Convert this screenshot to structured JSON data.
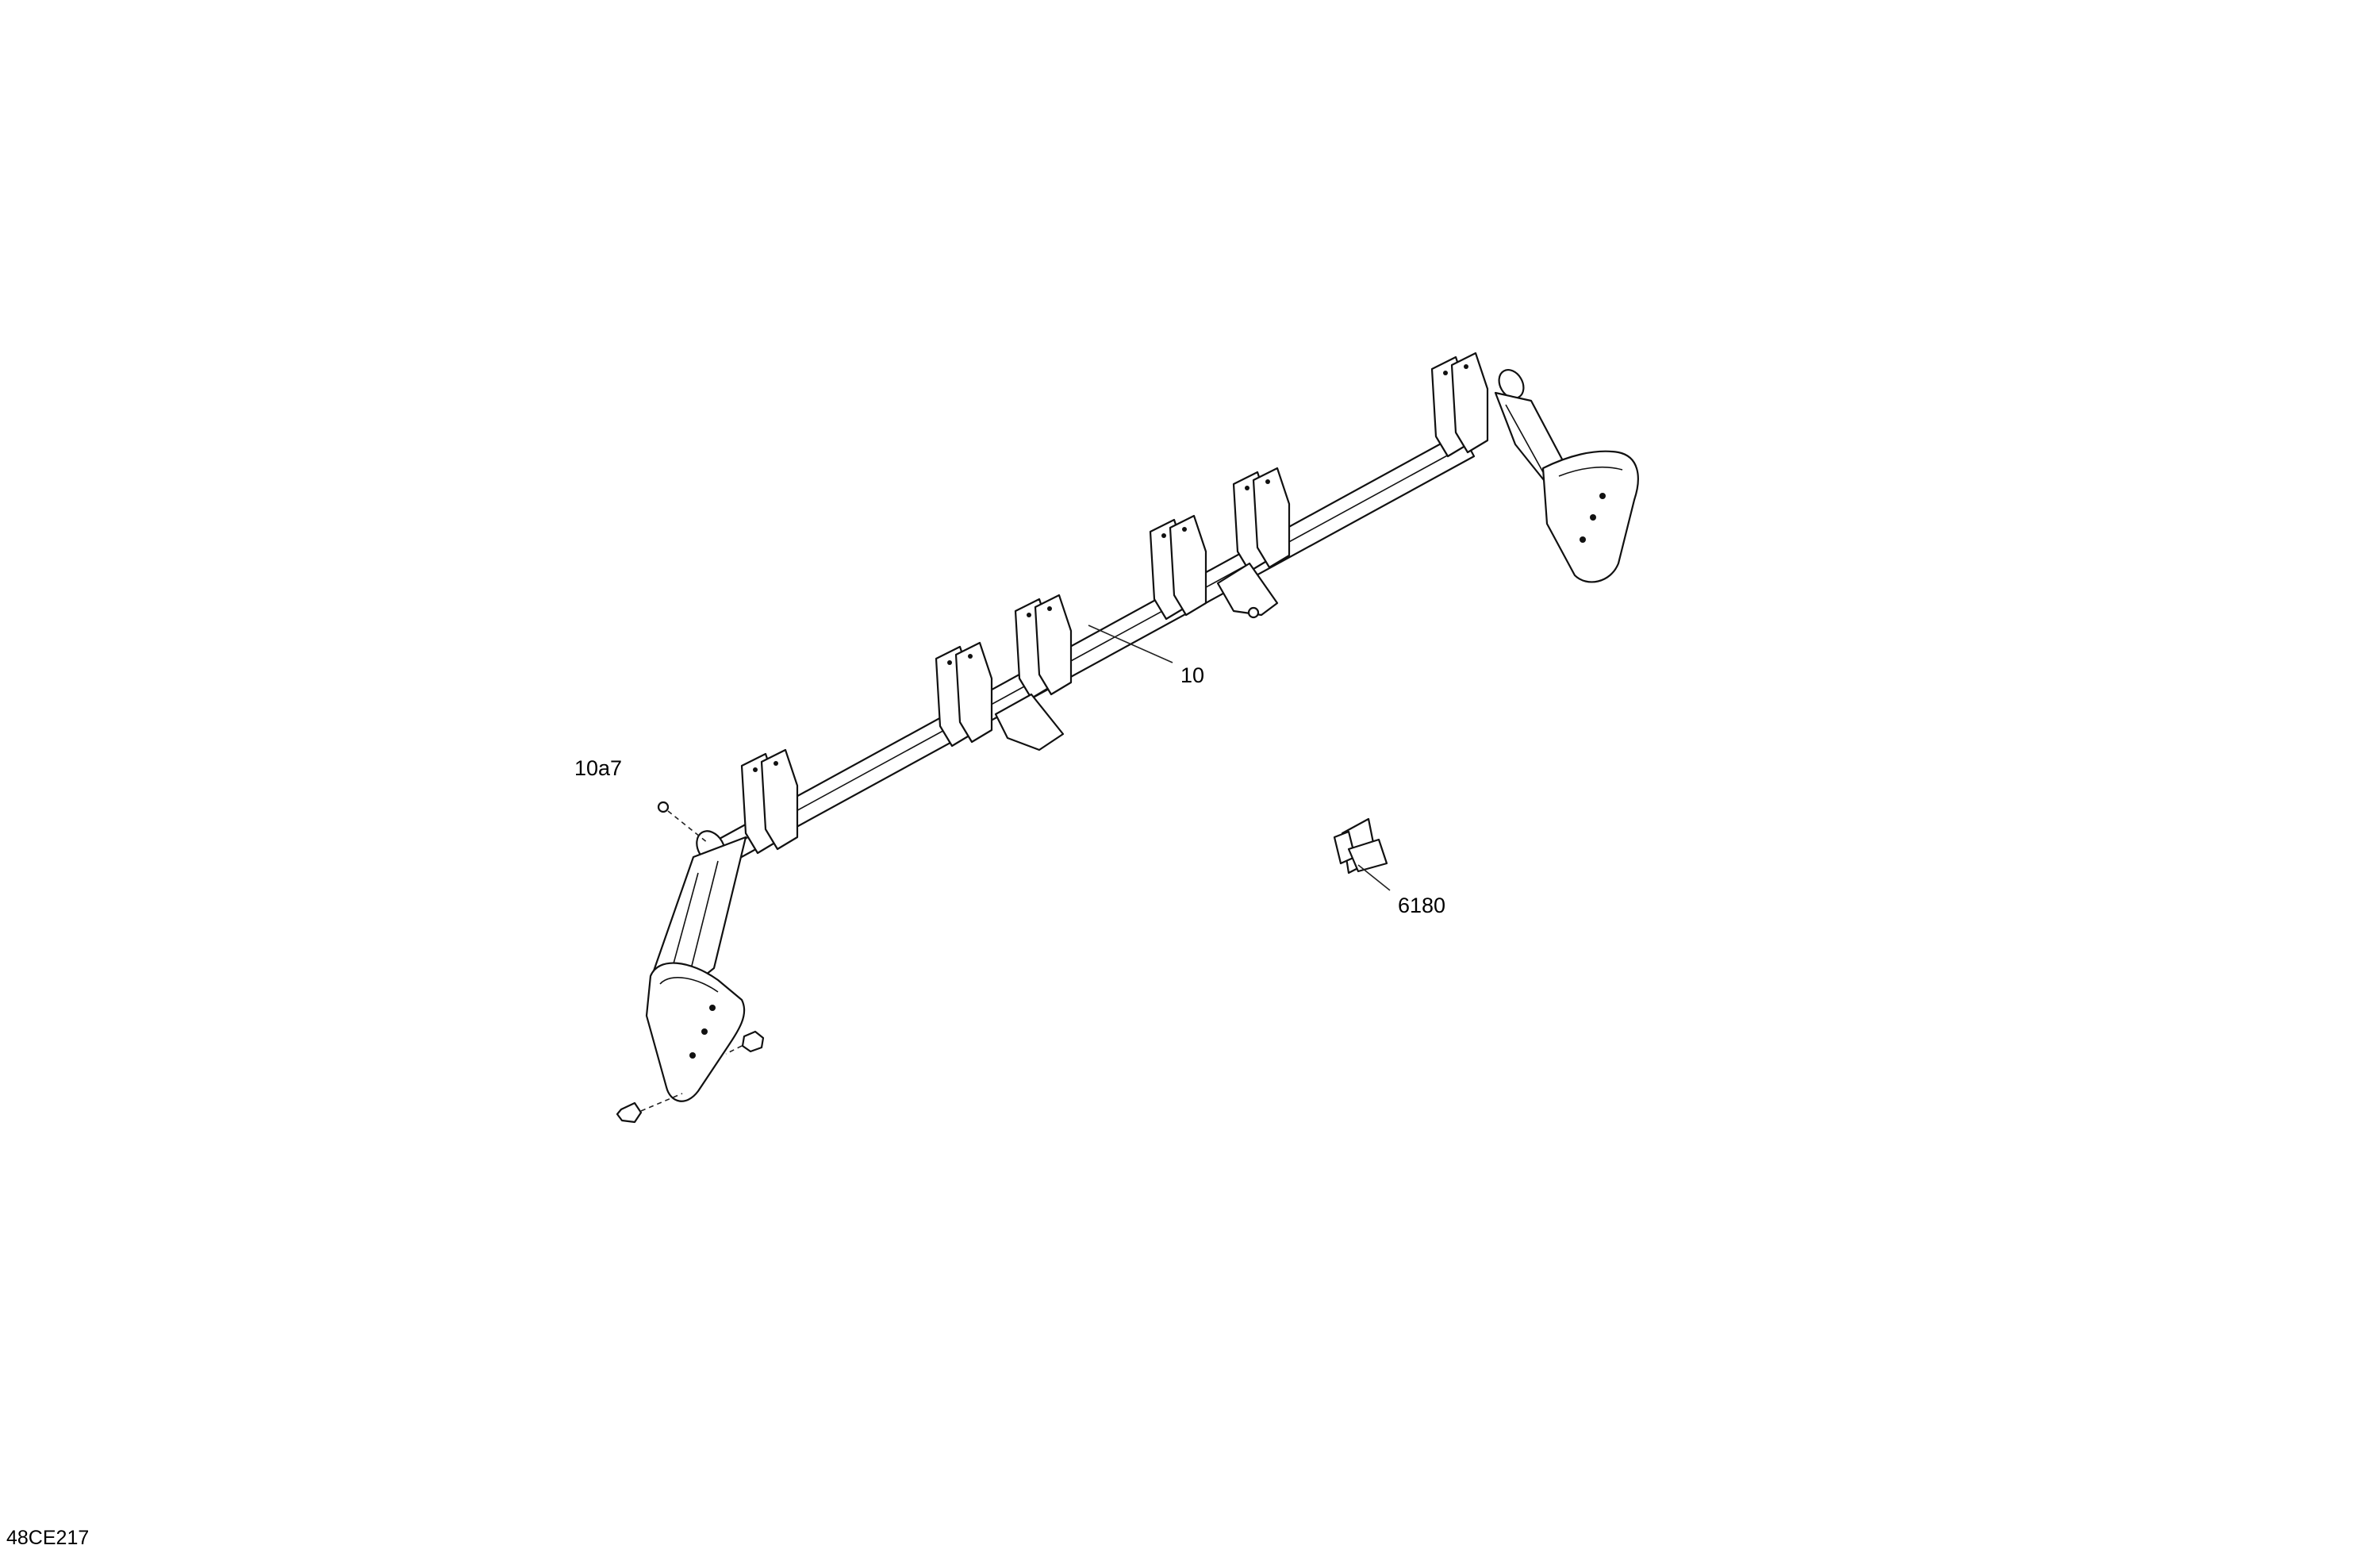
{
  "diagram": {
    "figure_id": "48CE217",
    "callouts": [
      {
        "id": "callout-10",
        "label": "10"
      },
      {
        "id": "callout-10a7",
        "label": "10a7"
      },
      {
        "id": "callout-6180",
        "label": "6180"
      }
    ]
  }
}
